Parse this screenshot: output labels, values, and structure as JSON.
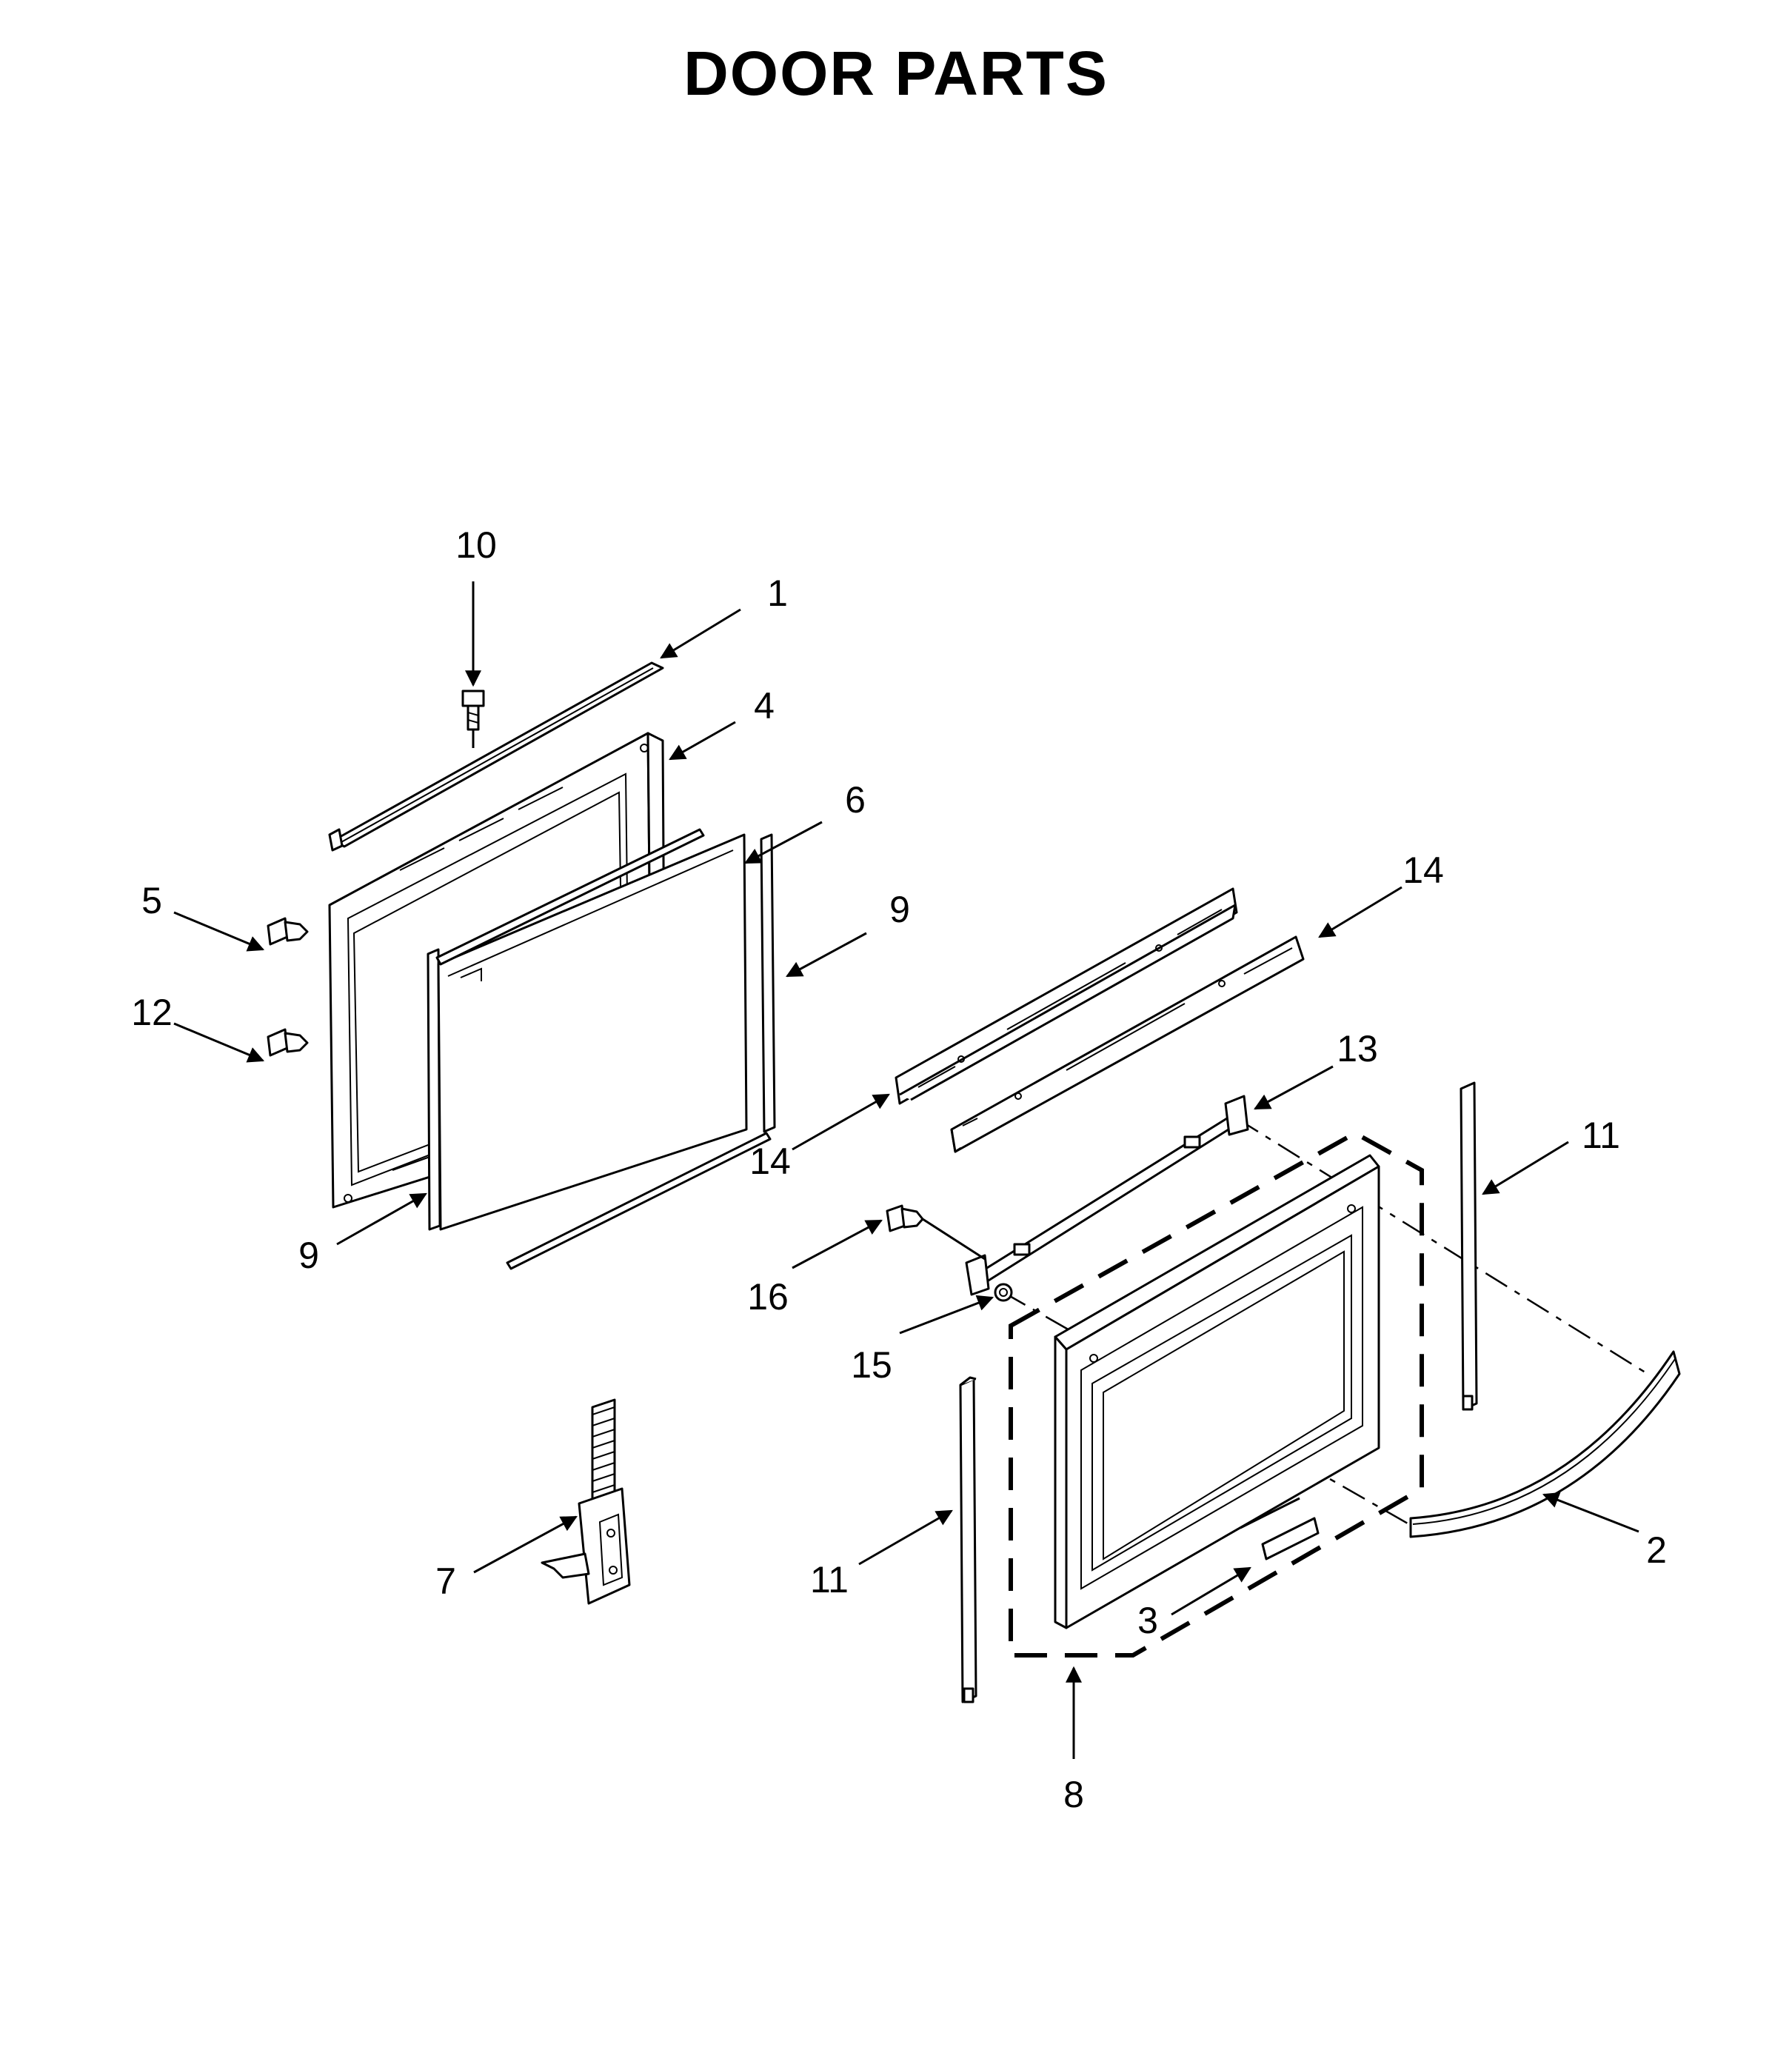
{
  "title": "DOOR PARTS",
  "callouts": {
    "c1": "1",
    "c2": "2",
    "c3": "3",
    "c4": "4",
    "c5": "5",
    "c6": "6",
    "c7": "7",
    "c8": "8",
    "c9a": "9",
    "c9b": "9",
    "c10": "10",
    "c11a": "11",
    "c11b": "11",
    "c12": "12",
    "c13": "13",
    "c14a": "14",
    "c14b": "14",
    "c15": "15",
    "c16": "16"
  }
}
